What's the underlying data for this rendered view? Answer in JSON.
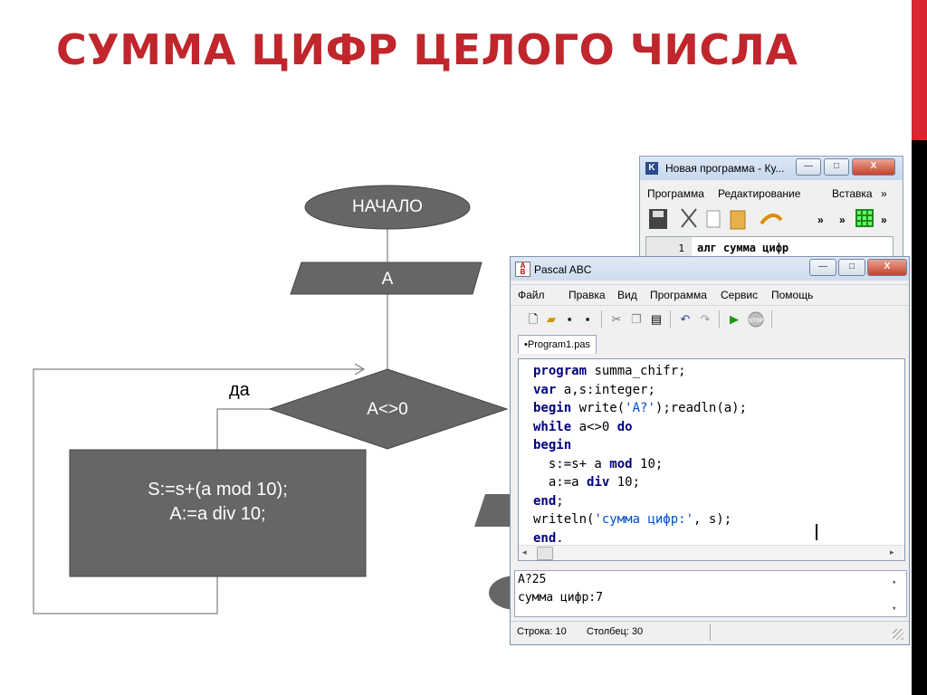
{
  "slide": {
    "title": "СУММА ЦИФР ЦЕЛОГО ЧИСЛА"
  },
  "flowchart": {
    "start_label": "НАЧАЛО",
    "input_label": "A",
    "condition_label": "A<>0",
    "yes_label": "да",
    "body_line1": "S:=s+(a mod 10);",
    "body_line2": "A:=a div 10;"
  },
  "kumir": {
    "title": "Новая программа - Ку...",
    "menu": [
      "Программа",
      "Редактирование",
      "Вставка",
      "»"
    ],
    "line_number": "1",
    "code_line": "алг сумма цифр",
    "minimize": "—",
    "maximize": "□",
    "close": "X"
  },
  "pascal": {
    "title": "Pascal ABC",
    "menu": [
      "Файл",
      "Правка",
      "Вид",
      "Программа",
      "Сервис",
      "Помощь"
    ],
    "tab_label": "•Program1.pas",
    "minimize": "—",
    "maximize": "□",
    "close": "X",
    "output_lines": [
      "A?25",
      "сумма цифр:7"
    ],
    "status_row": "Строка: 10",
    "status_col": "Столбец: 30"
  },
  "colors": {
    "title_red": "#c0262c",
    "flow_gray": "#666666",
    "edge_red": "#d9262f"
  }
}
